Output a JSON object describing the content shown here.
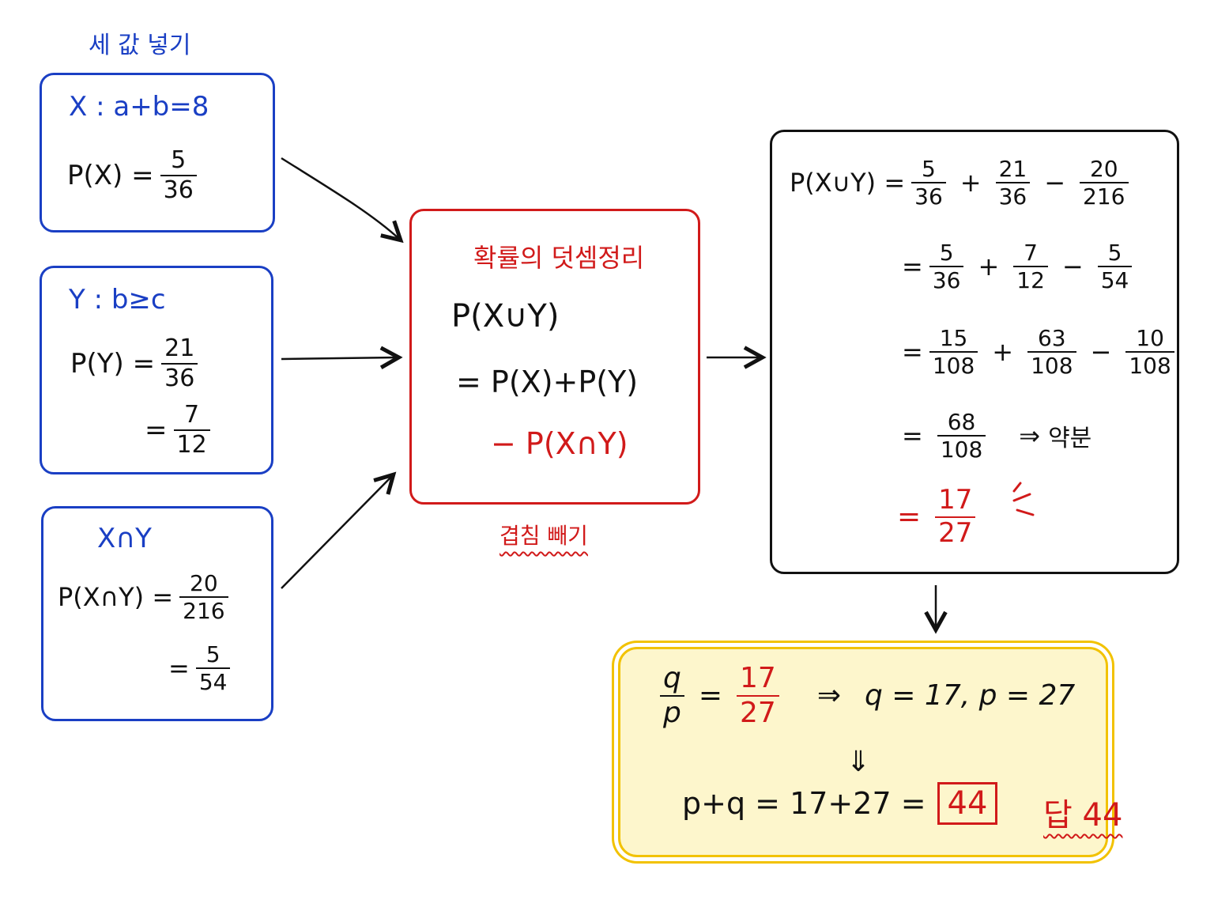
{
  "intro_label": "세 값 넣기",
  "box_x": {
    "condition": "X : a+b=8",
    "prob_lhs": "P(X) =",
    "num": "5",
    "den": "36"
  },
  "box_y": {
    "condition": "Y : b≥c",
    "prob_lhs": "P(Y) =",
    "num1": "21",
    "den1": "36",
    "eq": "=",
    "num2": "7",
    "den2": "12"
  },
  "box_xy": {
    "condition": "X∩Y",
    "prob_lhs": "P(X∩Y) =",
    "num1": "20",
    "den1": "216",
    "eq": "=",
    "num2": "5",
    "den2": "54"
  },
  "center_box": {
    "title": "확률의 덧셈정리",
    "line1": "P(X∪Y)",
    "line2": "= P(X)+P(Y)",
    "line3": "− P(X∩Y)",
    "below_label": "겹침 빼기"
  },
  "calc_box": {
    "lhs": "P(X∪Y) =",
    "row1": {
      "n1": "5",
      "d1": "36",
      "op1": "+",
      "n2": "21",
      "d2": "36",
      "op2": "−",
      "n3": "20",
      "d3": "216"
    },
    "row2": {
      "eq": "=",
      "n1": "5",
      "d1": "36",
      "op1": "+",
      "n2": "7",
      "d2": "12",
      "op2": "−",
      "n3": "5",
      "d3": "54"
    },
    "row3": {
      "eq": "=",
      "n1": "15",
      "d1": "108",
      "op1": "+",
      "n2": "63",
      "d2": "108",
      "op2": "−",
      "n3": "10",
      "d3": "108"
    },
    "row4": {
      "eq": "=",
      "n1": "68",
      "d1": "108",
      "arrow": "⇒",
      "note": "약분"
    },
    "row5": {
      "eq": "=",
      "n1": "17",
      "d1": "27"
    }
  },
  "answer_box": {
    "q": "q",
    "p": "p",
    "eq": "=",
    "n": "17",
    "d": "27",
    "arrow": "⇒",
    "values": "q = 17,  p = 27",
    "down_arrow": "⇓",
    "sum": "p+q = 17+27 =",
    "result": "44",
    "final": "답 44"
  },
  "colors": {
    "blue": "#1a3fc4",
    "red": "#d11a1a",
    "yellow": "#f2c200",
    "yellow_fill": "#fdf6cc",
    "black": "#111111"
  }
}
